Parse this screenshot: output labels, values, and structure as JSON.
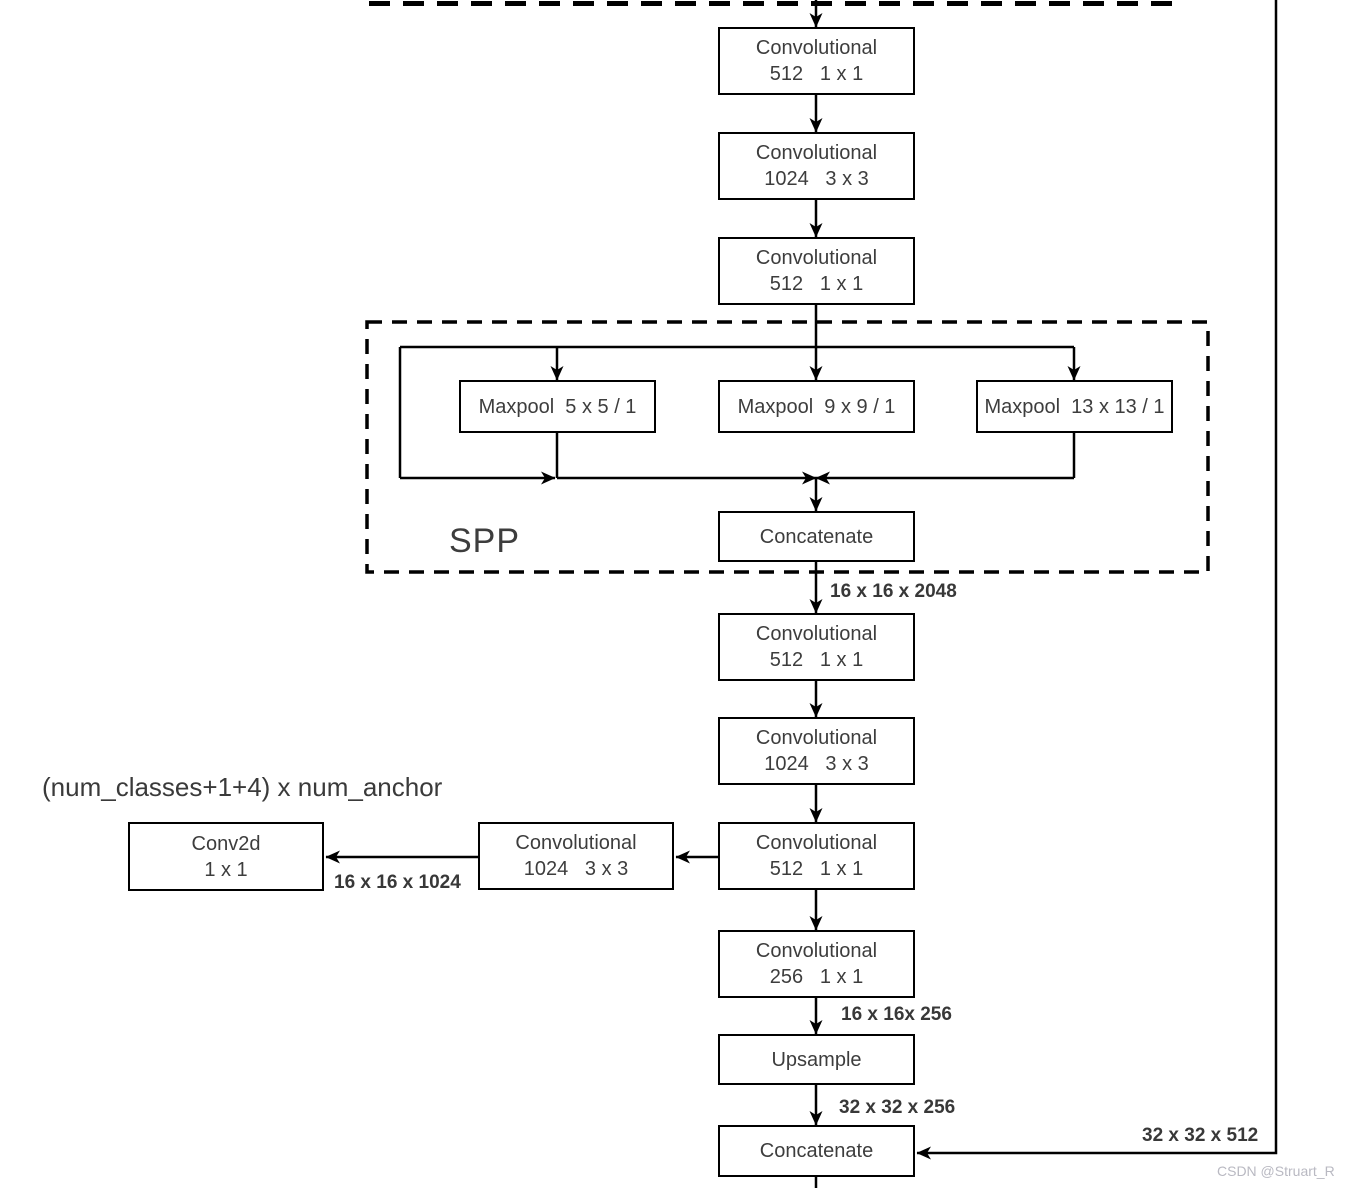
{
  "colors": {
    "line": "#000000",
    "node_border": "#000000",
    "node_text": "#3d3d3d",
    "dim_text": "#383838",
    "watermark_text": "#b9b9c2"
  },
  "nodes": {
    "conv_pre1": {
      "title": "Convolutional",
      "params": "512   1 x 1"
    },
    "conv_pre2": {
      "title": "Convolutional",
      "params": "1024   3 x 3"
    },
    "conv_pre3": {
      "title": "Convolutional",
      "params": "512   1 x 1"
    },
    "maxpool_5": {
      "label": "Maxpool  5 x 5 / 1"
    },
    "maxpool_9": {
      "label": "Maxpool  9 x 9 / 1"
    },
    "maxpool_13": {
      "label": "Maxpool  13 x 13 / 1"
    },
    "spp_concatenate": {
      "label": "Concatenate"
    },
    "conv_post1": {
      "title": "Convolutional",
      "params": "512   1 x 1"
    },
    "conv_post2": {
      "title": "Convolutional",
      "params": "1024   3 x 3"
    },
    "conv_post3": {
      "title": "Convolutional",
      "params": "512   1 x 1"
    },
    "conv_branch": {
      "title": "Convolutional",
      "params": "1024   3 x 3"
    },
    "conv2d_head": {
      "title": "Conv2d",
      "params": "1 x 1"
    },
    "conv_reduce": {
      "title": "Convolutional",
      "params": "256   1 x 1"
    },
    "upsample": {
      "label": "Upsample"
    },
    "concatenate_out": {
      "label": "Concatenate"
    }
  },
  "region": {
    "spp_label": "SPP"
  },
  "annotations": {
    "head_formula": "(num_classes+1+4) x num_anchor",
    "dim_spp_out": "16 x 16 x 2048",
    "dim_branch": "16 x 16 x 1024",
    "dim_pre_upsample": "16 x 16x 256",
    "dim_post_upsample": "32 x 32 x 256",
    "dim_skip": "32 x 32 x 512"
  },
  "watermark": "CSDN @Struart_R"
}
